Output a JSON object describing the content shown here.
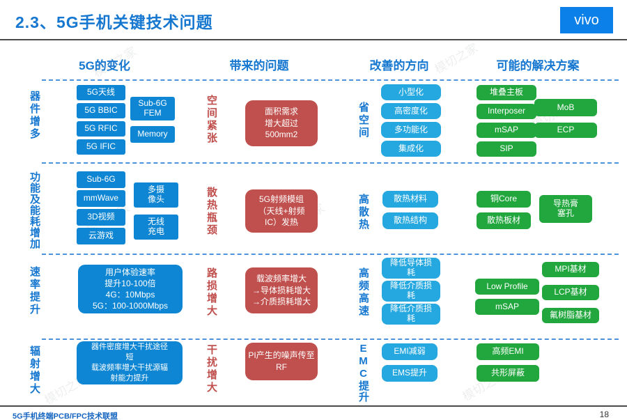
{
  "title": "2.3、5G手机关键技术问题",
  "logo": "vivo",
  "watermark": "模切之家",
  "headers": [
    "5G的变化",
    "带来的问题",
    "改善的方向",
    "可能的解决方案"
  ],
  "footer": {
    "deck_title": "5G手机终端PCB/FPC技术联盟",
    "page_number": "18"
  },
  "colors": {
    "accent_blue": "#1577D0",
    "box_blue": "#0E86D3",
    "box_light_blue": "#25A7E0",
    "box_green": "#22A73E",
    "box_red": "#C0504D",
    "vivo_blue": "#0A80E8"
  },
  "rows": [
    {
      "label": "器件增多",
      "problem_label": "空间紧张",
      "problem": "面积需求\n增大超过\n500mm2",
      "direction_label": "省空间",
      "changes1": [
        "5G天线",
        "5G BBIC",
        "5G RFIC",
        "5G IFIC"
      ],
      "changes2": [
        "Sub-6G\nFEM",
        "Memory"
      ],
      "directions": [
        "小型化",
        "高密度化",
        "多功能化",
        "集成化"
      ],
      "solutions1": [
        "堆叠主板",
        "Interposer",
        "mSAP",
        "SIP"
      ],
      "solutions2": [
        "MoB",
        "ECP"
      ]
    },
    {
      "label": "功能及能耗增加",
      "problem_label": "散热瓶颈",
      "problem": "5G射频模组\n（天线+射频\nIC）发热",
      "direction_label": "高散热",
      "changes1": [
        "Sub-6G",
        "mmWave",
        "3D视频",
        "云游戏"
      ],
      "changes2": [
        "多摄\n像头",
        "无线\n充电"
      ],
      "directions": [
        "散热材料",
        "散热结构"
      ],
      "solutions1": [
        "铜Core",
        "散热板材"
      ],
      "solutions2": [
        "导热膏\n塞孔"
      ]
    },
    {
      "label": "速率提升",
      "problem_label": "路损增大",
      "problem": "载波频率增大\n→导体损耗增大\n→介质损耗增大",
      "direction_label": "高频高速",
      "change_big": "用户体验速率\n提升10-100倍\n4G：10Mbps\n5G：100-1000Mbps",
      "directions": [
        "降低导体损\n耗",
        "降低介质损\n耗",
        "降低介质损\n耗"
      ],
      "solutions1": [
        "Low Profile",
        "mSAP"
      ],
      "solutions2": [
        "MPI基材",
        "LCP基材",
        "氟树脂基材"
      ]
    },
    {
      "label": "辐射增大",
      "problem_label": "干扰增大",
      "problem": "PI产生的噪声传至\nRF",
      "direction_label": "EMC提升",
      "change_big": "器件密度增大干扰途径\n短\n载波频率增大干扰源辐\n射能力提升",
      "directions": [
        "EMI减弱",
        "EMS提升"
      ],
      "solutions1": [
        "高频EMI",
        "共形屏蔽"
      ]
    }
  ]
}
